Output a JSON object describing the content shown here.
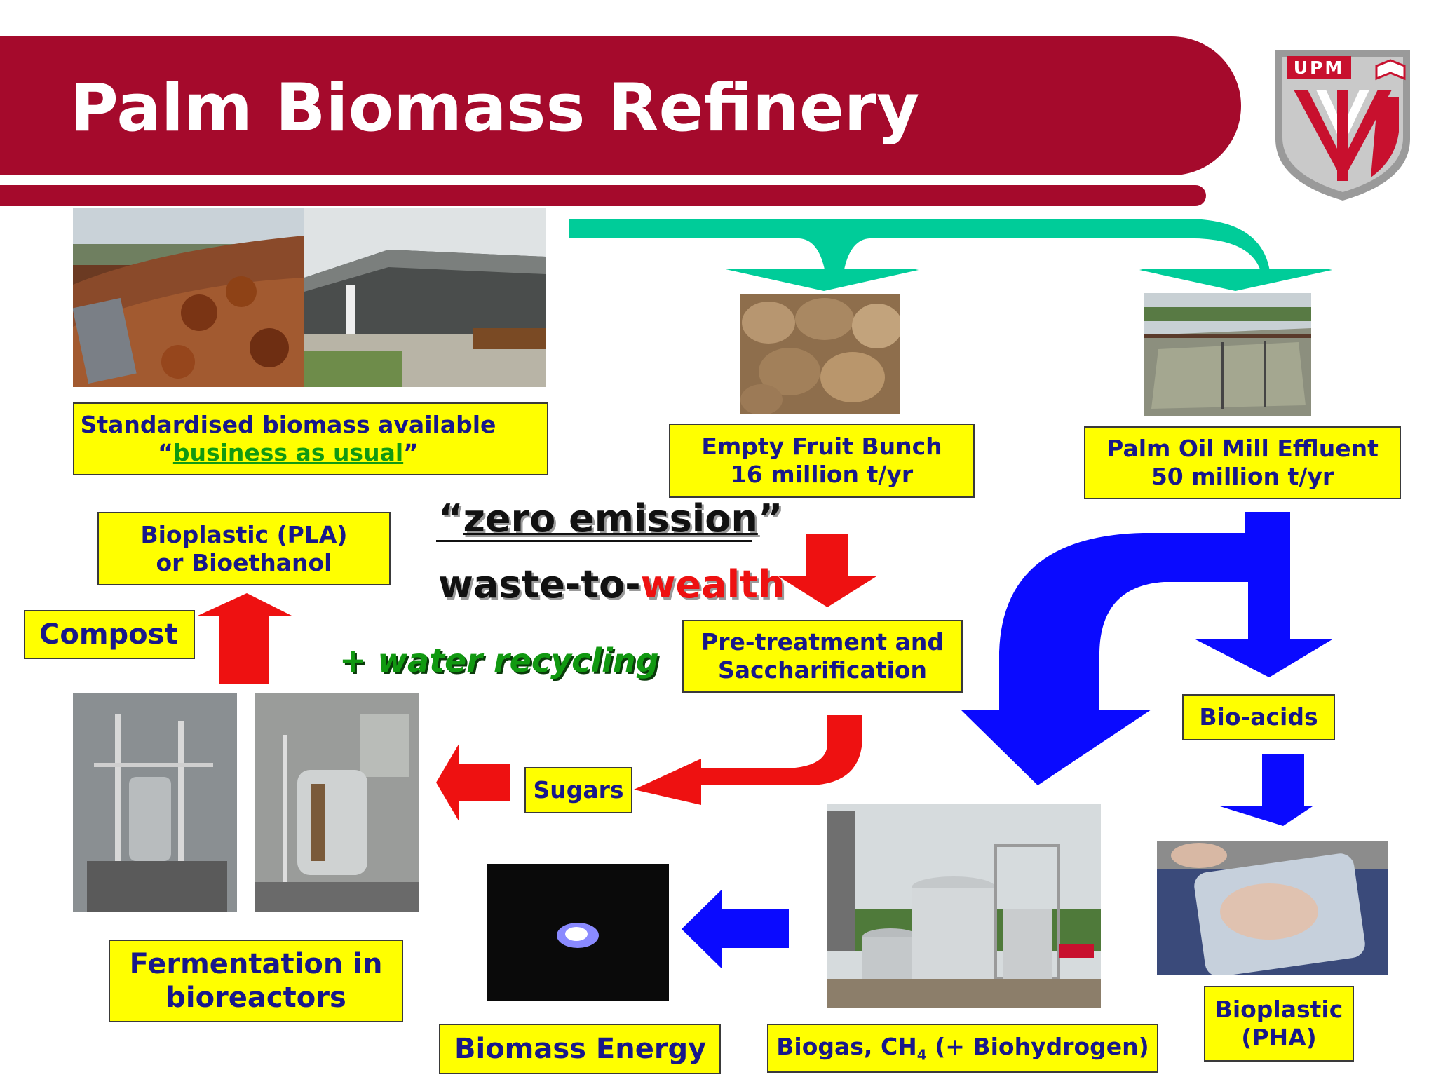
{
  "slide": {
    "title": "Palm Biomass Refinery",
    "logo_text": "UPM"
  },
  "boxes": {
    "standardised": {
      "line1": "Standardised biomass available",
      "quote_open": "“",
      "quote_link": "business as usual",
      "quote_close": "”"
    },
    "efb": {
      "line1": "Empty Fruit Bunch",
      "line2": "16 million t/yr"
    },
    "pome": {
      "line1": "Palm Oil Mill Effluent",
      "line2": "50 million t/yr"
    },
    "bioplastic_pla": {
      "line1": "Bioplastic (PLA)",
      "line2": "or Bioethanol"
    },
    "compost": {
      "label": "Compost"
    },
    "pretreatment": {
      "line1": "Pre-treatment and",
      "line2": "Saccharification"
    },
    "bioacids": {
      "label": "Bio-acids"
    },
    "sugars": {
      "label": "Sugars"
    },
    "fermentation": {
      "line1": "Fermentation in",
      "line2": "bioreactors"
    },
    "biomass_energy": {
      "label": "Biomass Energy"
    },
    "biogas": {
      "prefix": "Biogas, CH",
      "subscript": "4",
      "suffix": " (+ Biohydrogen)"
    },
    "bioplastic_pha": {
      "line1": "Bioplastic",
      "line2": "(PHA)"
    }
  },
  "slogans": {
    "zero_emission": {
      "open": "“",
      "text": "zero emission",
      "close": "”"
    },
    "waste_to_wealth": {
      "prefix": "waste-to-",
      "highlight": "wealth"
    },
    "water_recycling": "+ water recycling"
  },
  "colors": {
    "banner": "#a50a2c",
    "box_fill": "#ffff00",
    "box_text": "#18188a",
    "link_green": "#119911",
    "arrow_red": "#ee1111",
    "arrow_blue": "#0a0aff",
    "arrow_teal": "#00cc99"
  }
}
